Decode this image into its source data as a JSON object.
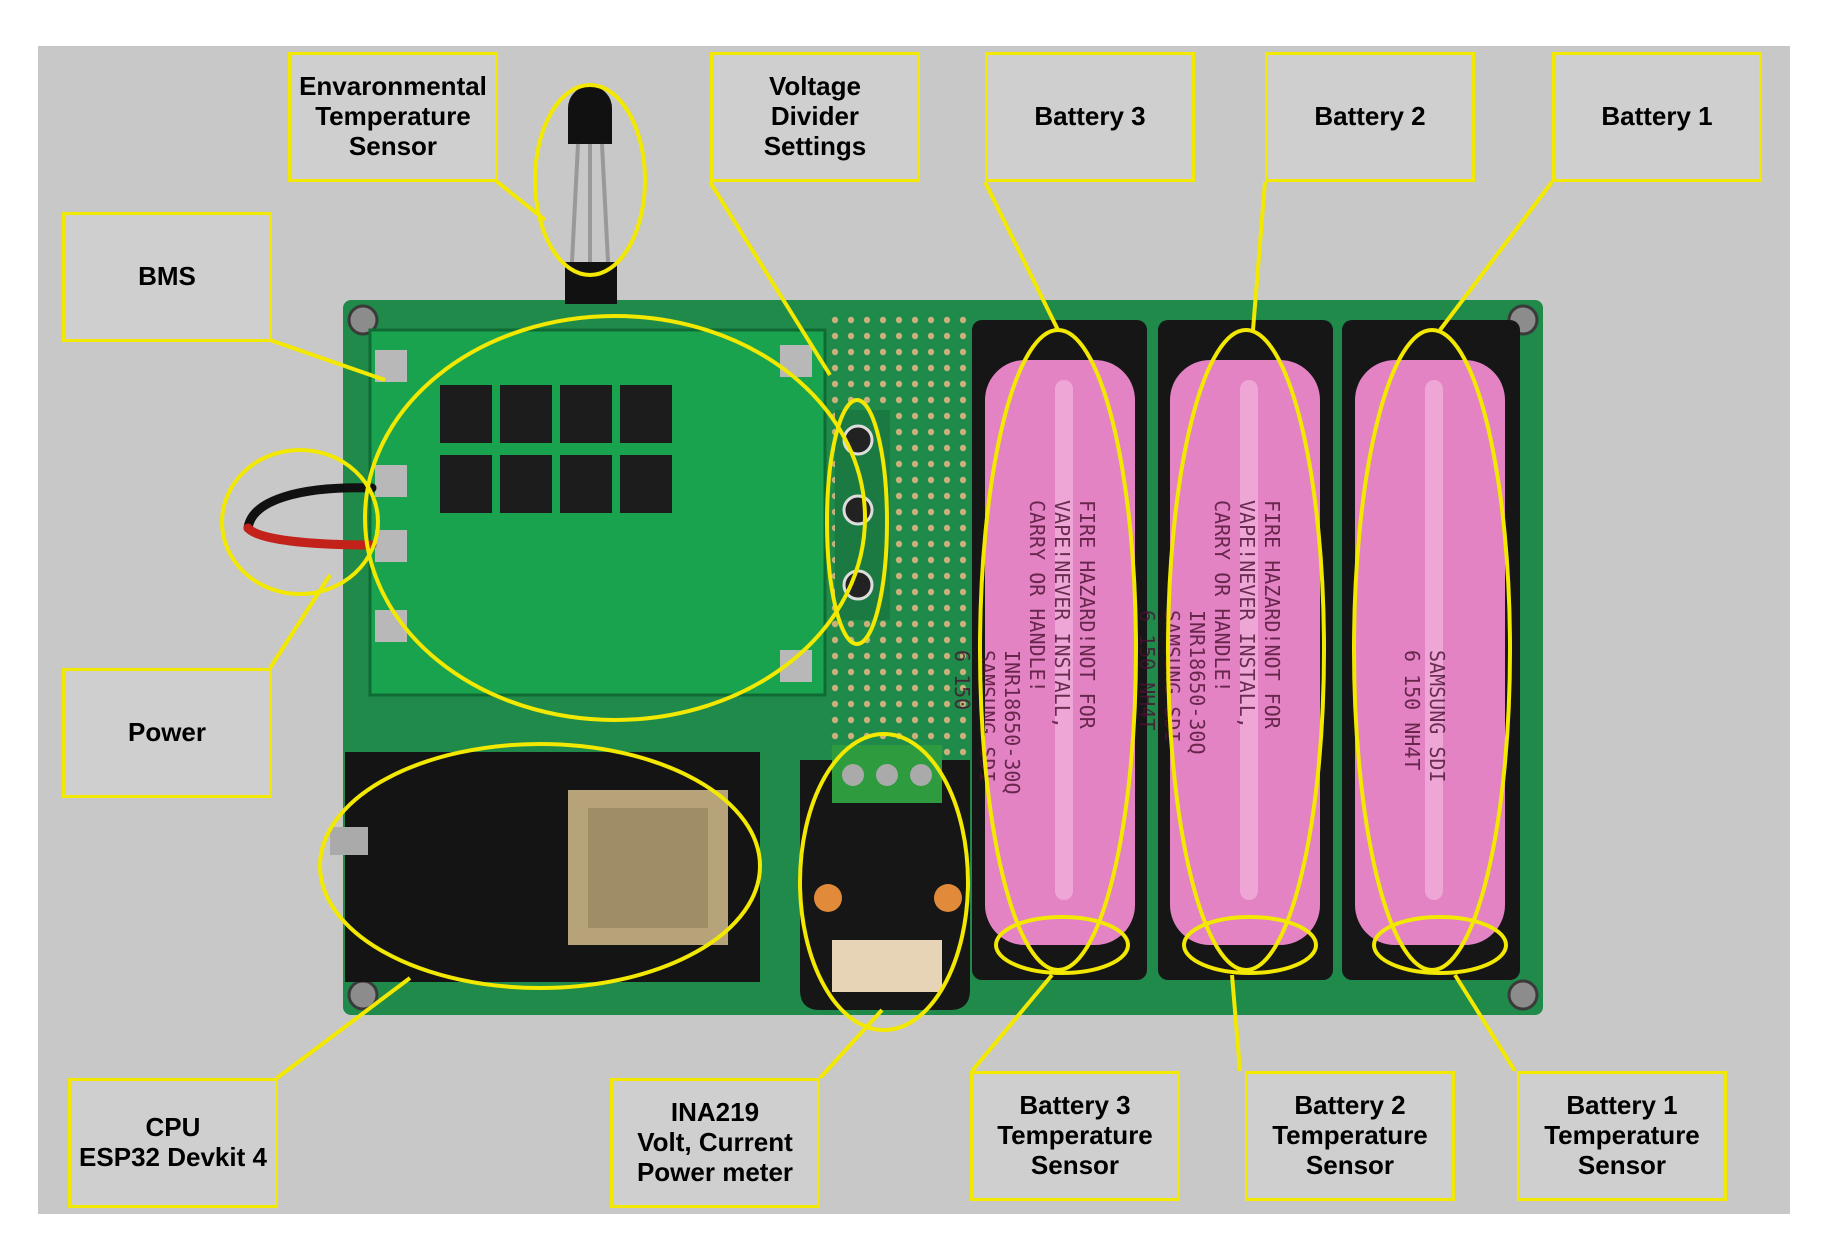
{
  "colors": {
    "background": "#c8c8c8",
    "annotation": "#f2e800",
    "pcb": "#1f8a4a",
    "bms": "#1aa34f",
    "battery": "#e383c4",
    "module_black": "#161616"
  },
  "labels": {
    "env_temp": "Envaronmental\nTemperature\nSensor",
    "bms": "BMS",
    "power": "Power",
    "voltage_divider": "Voltage\nDivider\nSettings",
    "battery3": "Battery 3",
    "battery2": "Battery 2",
    "battery1": "Battery 1",
    "cpu": "CPU\nESP32 Devkit 4",
    "ina219": "INA219\nVolt, Current\nPower meter",
    "bat3_temp": "Battery 3\nTemperature\nSensor",
    "bat2_temp": "Battery 2\nTemperature\nSensor",
    "bat1_temp": "Battery 1\nTemperature\nSensor"
  },
  "cell_text": {
    "cell3": [
      "FIRE HAZARD!NOT FOR",
      "VAPE!NEVER INSTALL,",
      "CARRY OR HANDLE!",
      "INR18650-30Q",
      "SAMSUNG SDI",
      "6  150"
    ],
    "cell2": [
      "FIRE HAZARD!NOT FOR",
      "VAPE!NEVER INSTALL,",
      "CARRY OR HANDLE!",
      "INR18650-30Q",
      "SAMSUNG SDI",
      "6  150  NH4T"
    ],
    "cell1": [
      "SAMSUNG SDI",
      "6  150  NH4T"
    ]
  }
}
